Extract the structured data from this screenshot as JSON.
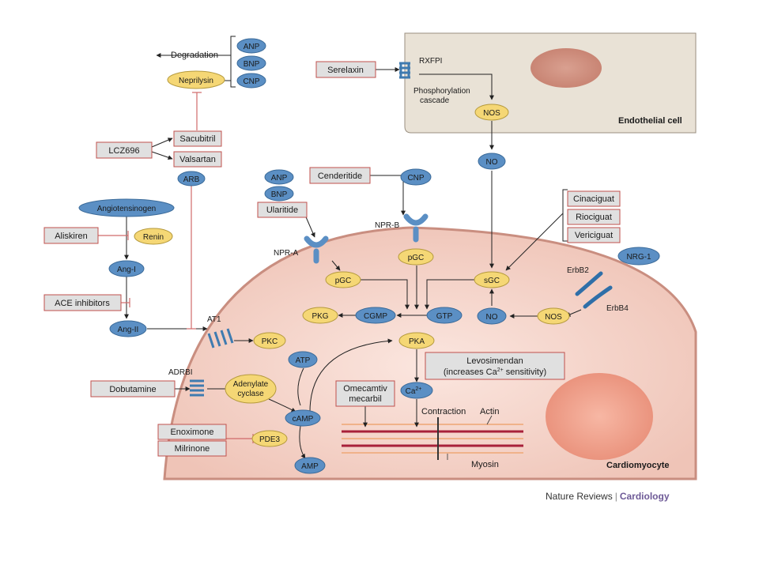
{
  "credit": {
    "publisher": "Nature Reviews",
    "separator": "|",
    "journal": "Cardiology"
  },
  "compartments": {
    "endothelial": "Endothelial cell",
    "cardiomyocyte": "Cardiomyocyte"
  },
  "labels": {
    "degradation": "Degradation",
    "rxfp1": "RXFPI",
    "phosphorylation_1": "Phosphorylation",
    "phosphorylation_2": "cascade",
    "npr_a": "NPR-A",
    "npr_b": "NPR-B",
    "erbb2": "ErbB2",
    "erbb4": "ErbB4",
    "at1": "AT1",
    "adrb1": "ADRBI",
    "contraction": "Contraction",
    "actin": "Actin",
    "myosin": "Myosin"
  },
  "molecules": {
    "anp_top": "ANP",
    "bnp_top": "BNP",
    "cnp_top": "CNP",
    "neprilysin": "Neprilysin",
    "arb": "ARB",
    "angiotensinogen": "Angiotensinogen",
    "renin": "Renin",
    "ang1": "Ang-I",
    "ang2": "Ang-II",
    "nos_endo": "NOS",
    "no_endo": "NO",
    "anp_mid": "ANP",
    "bnp_mid": "BNP",
    "cnp_mid": "CNP",
    "pgc_b": "pGC",
    "pgc_a": "pGC",
    "sgc": "sGC",
    "nrg1": "NRG-1",
    "pkg": "PKG",
    "cgmp": "CGMP",
    "gtp": "GTP",
    "no_cardio": "NO",
    "nos_cardio": "NOS",
    "pkc": "PKC",
    "pka": "PKA",
    "atp": "ATP",
    "adenylate_1": "Adenylate",
    "adenylate_2": "cyclase",
    "camp": "cAMP",
    "pde3": "PDE3",
    "amp": "AMP",
    "ca": "Ca",
    "ca_sup": "2+"
  },
  "drugs": {
    "serelaxin": "Serelaxin",
    "lcz696": "LCZ696",
    "sacubitril": "Sacubitril",
    "valsartan": "Valsartan",
    "aliskiren": "Aliskiren",
    "ace_inhibitors": "ACE inhibitors",
    "cenderitide": "Cenderitide",
    "ularitide": "Ularitide",
    "cinaciguat": "Cinaciguat",
    "riociguat": "Riociguat",
    "vericiguat": "Vericiguat",
    "levosimendan_1": "Levosimendan",
    "levosimendan_2a": "(increases Ca",
    "levosimendan_sup": "2+",
    "levosimendan_2b": " sensitivity)",
    "omecamtiv_1": "Omecamtiv",
    "omecamtiv_2": "mecarbil",
    "dobutamine": "Dobutamine",
    "enoximone": "Enoximone",
    "milrinone": "Milrinone"
  },
  "colors": {
    "blue_node": "#5b8fc4",
    "yellow_node": "#f5d775",
    "drug_border": "#c0504d",
    "drug_fill": "#e0e0e0",
    "endothelium": "#e9e2d6",
    "cardiomyocyte": "#f4d3c9",
    "inhibit": "#d06a6a"
  }
}
